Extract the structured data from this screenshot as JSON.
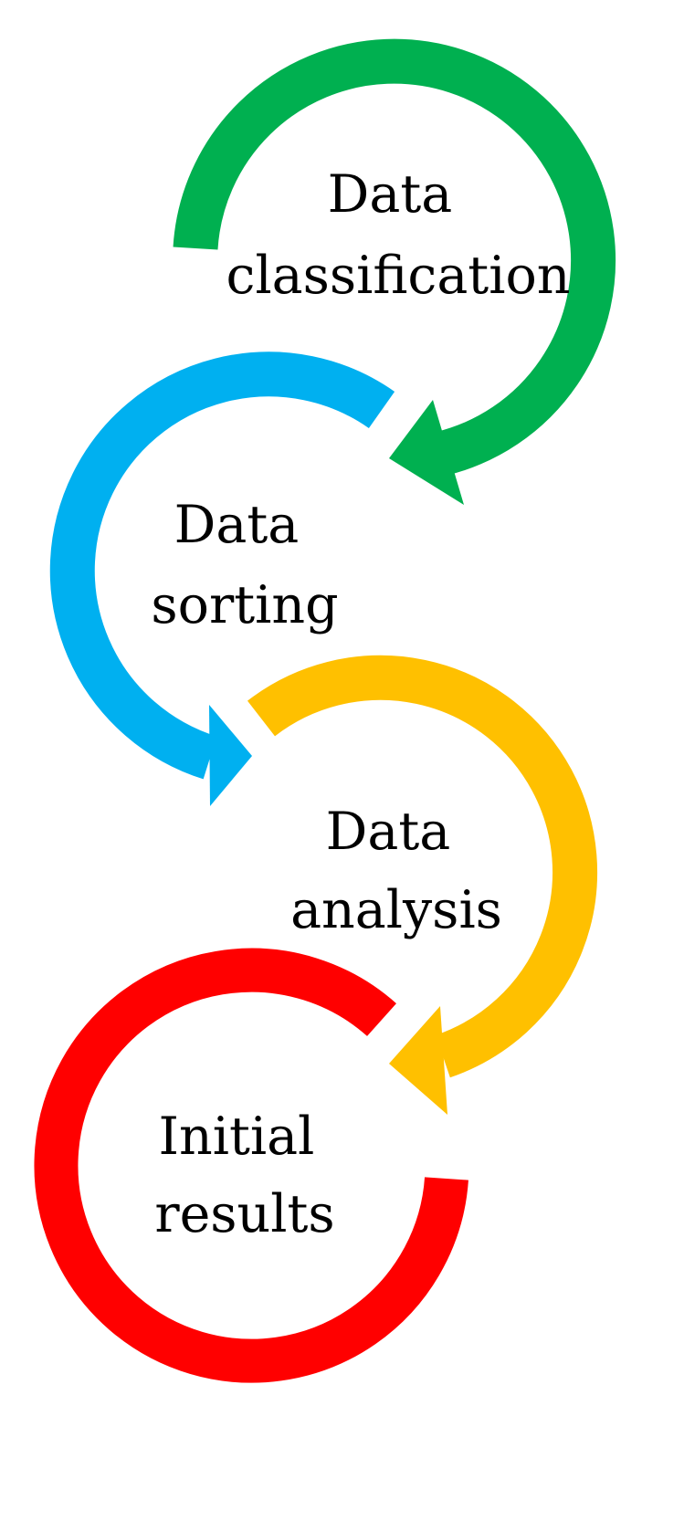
{
  "steps": [
    {
      "line1": "Data",
      "line2": "classification",
      "color": "#00B050",
      "arrow_icon": "curved-arrow-icon"
    },
    {
      "line1": "Data",
      "line2": "sorting",
      "color": "#00B0F0",
      "arrow_icon": "curved-arrow-icon"
    },
    {
      "line1": "Data",
      "line2": "analysis",
      "color": "#FFC000",
      "arrow_icon": "curved-arrow-icon"
    },
    {
      "line1": "Initial",
      "line2": "results",
      "color": "#FF0000",
      "arrow_icon": "open-ring-icon"
    }
  ]
}
